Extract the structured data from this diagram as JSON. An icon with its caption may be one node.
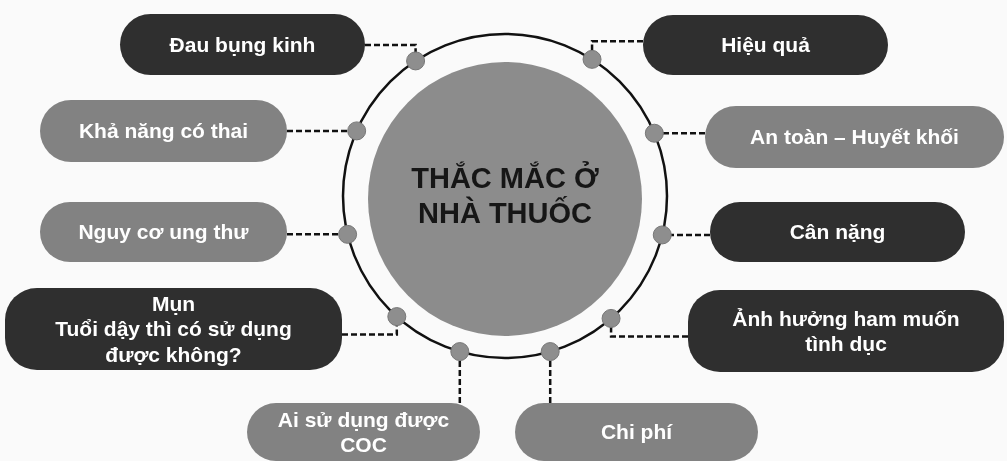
{
  "diagram": {
    "nodes": [
      {
        "text": [
          "THẮC MẮC Ở NHÀ THUỐC"
        ]
      },
      {
        "text": [
          "Đau bụng kinh"
        ]
      },
      {
        "text": [
          "Hiệu quả"
        ]
      },
      {
        "text": [
          "Khả năng có thai"
        ]
      },
      {
        "text": [
          "An toàn – Huyết khối"
        ]
      },
      {
        "text": [
          "Nguy cơ ung thư"
        ]
      },
      {
        "text": [
          "Cân nặng"
        ]
      },
      {
        "text": [
          "Mụn",
          "Tuổi dậy thì có sử dụng được không?"
        ]
      },
      {
        "text": [
          "Ảnh hưởng ham muốn tình dục"
        ]
      },
      {
        "text": [
          "Ai sử dụng được COC"
        ]
      },
      {
        "text": [
          "Chi phí"
        ]
      }
    ],
    "edges": [
      {
        "from": 1,
        "to": 0,
        "arrow": "other",
        "style": "dashed"
      },
      {
        "from": 2,
        "to": 0,
        "arrow": "other",
        "style": "dashed"
      },
      {
        "from": 3,
        "to": 0,
        "arrow": "other",
        "style": "dashed"
      },
      {
        "from": 4,
        "to": 0,
        "arrow": "other",
        "style": "dashed"
      },
      {
        "from": 5,
        "to": 0,
        "arrow": "other",
        "style": "dashed"
      },
      {
        "from": 6,
        "to": 0,
        "arrow": "other",
        "style": "dashed"
      },
      {
        "from": 7,
        "to": 0,
        "arrow": "other",
        "style": "dashed"
      },
      {
        "from": 8,
        "to": 0,
        "arrow": "other",
        "style": "dashed"
      },
      {
        "from": 9,
        "to": 0,
        "arrow": "other",
        "style": "dashed"
      },
      {
        "from": 10,
        "to": 0,
        "arrow": "other",
        "style": "dashed"
      }
    ]
  }
}
